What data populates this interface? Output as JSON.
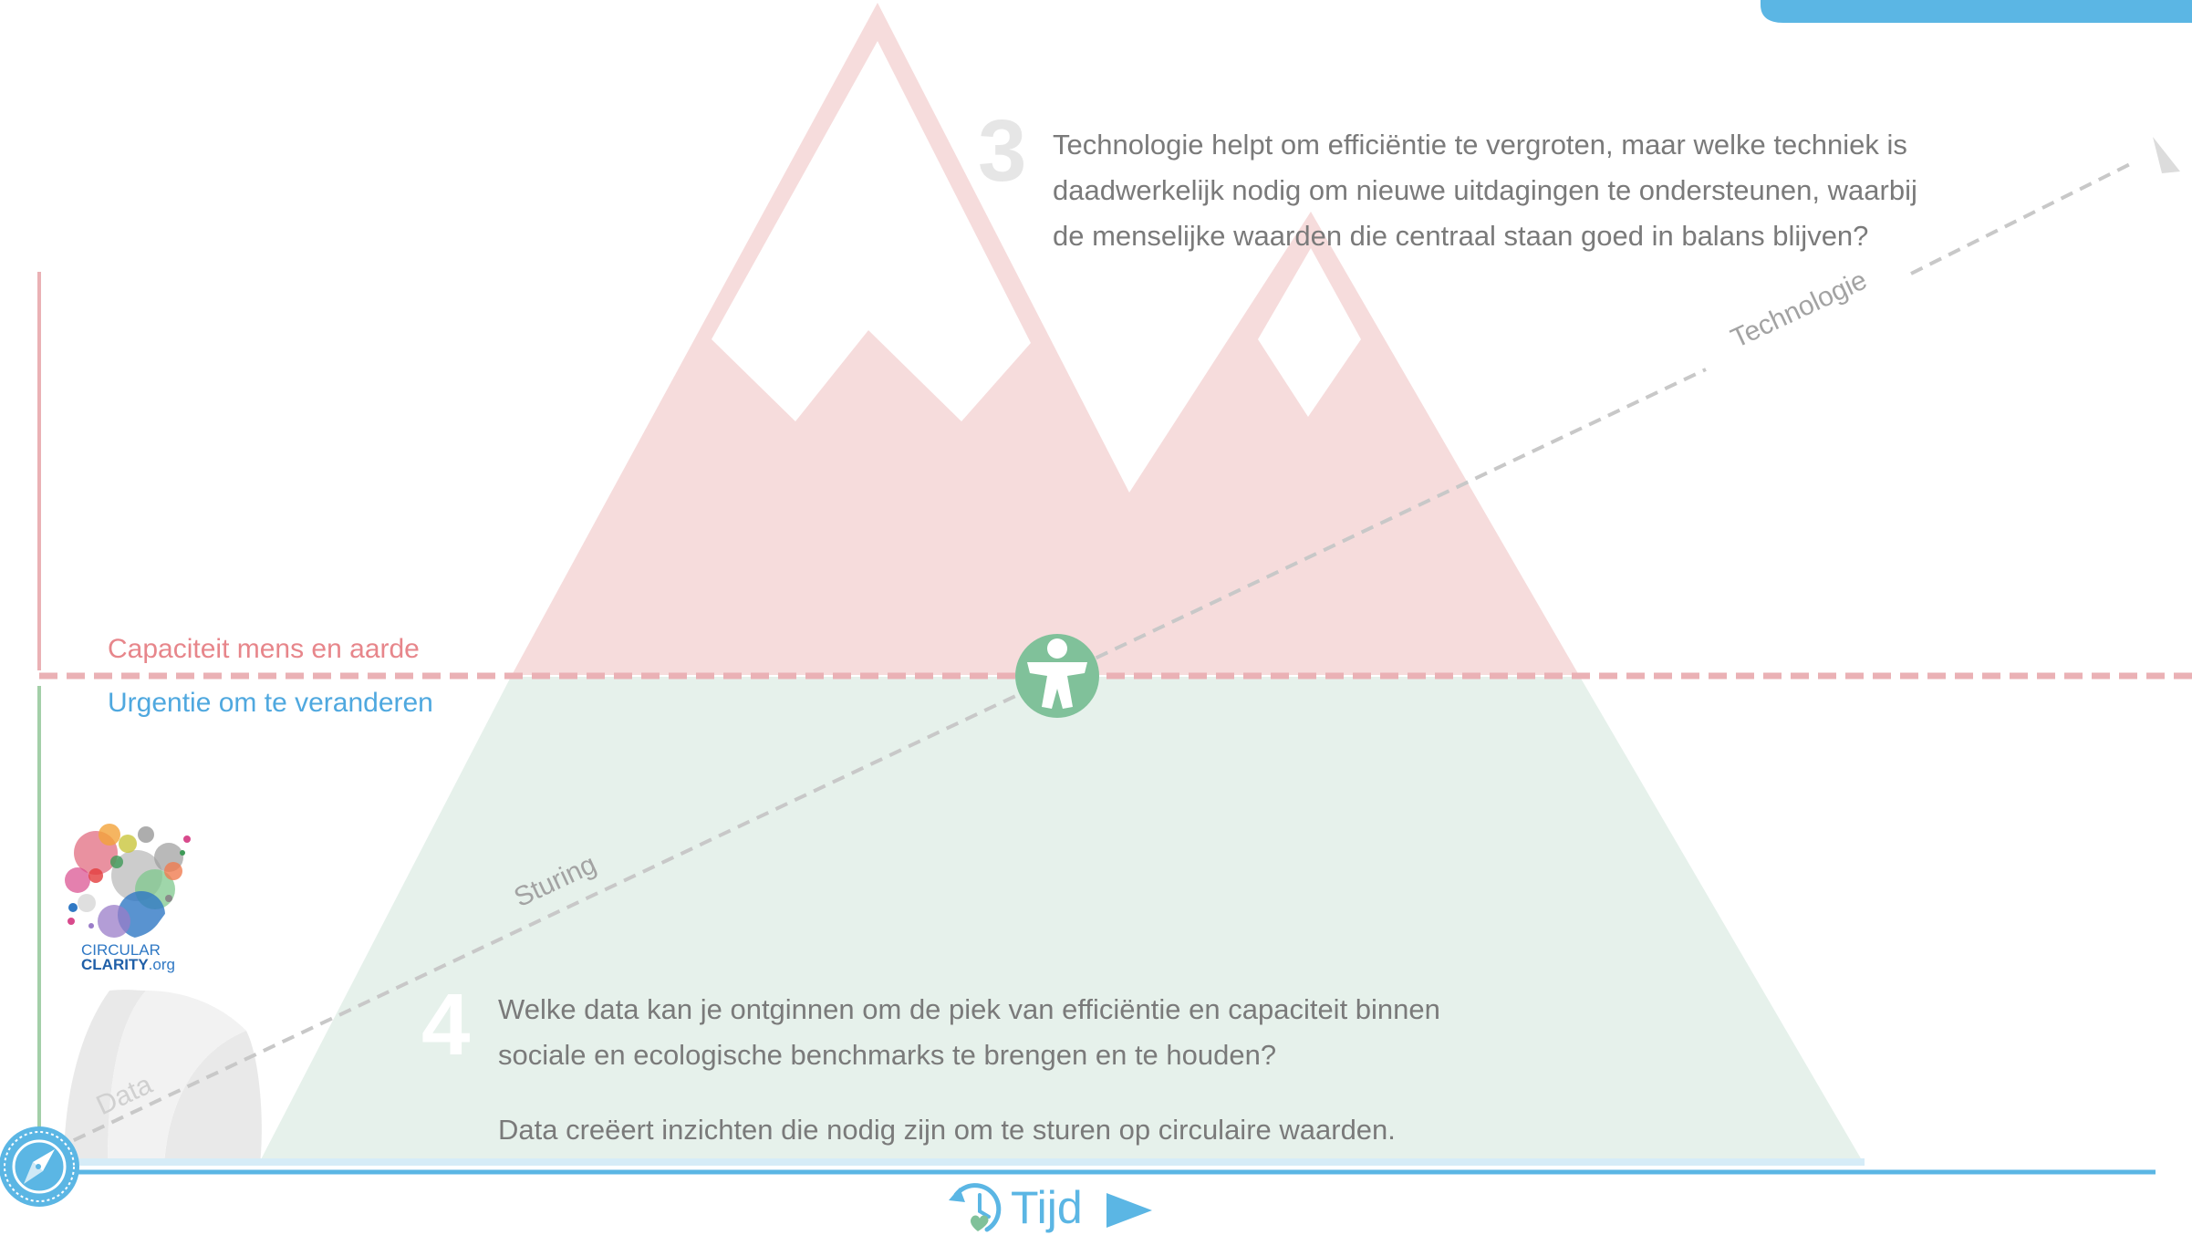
{
  "colors": {
    "mountain_pink": "#f6dcdc",
    "base_green": "#e6f1eb",
    "capacity_red": "#e7868b",
    "capacity_line": "#eab1b5",
    "urgency_blue": "#4fa8df",
    "green_axis": "#a3cfa8",
    "accent_blue": "#5bb6e4",
    "person_green": "#80c19a",
    "dashed_gray": "#c8c8c8",
    "step_gray": "#e6e6e6"
  },
  "icons": {
    "person": "person-icon",
    "compass": "compass-icon",
    "clock": "clock-refresh-icon",
    "arrow": "play-arrow-icon",
    "road": "road-icon",
    "logo": "circular-clarity-logo"
  },
  "levels": {
    "capacity": "Capaciteit mens en aarde",
    "urgency": "Urgentie om te veranderen"
  },
  "axis": {
    "data": "Data",
    "steering": "Sturing",
    "technology": "Technologie",
    "time": "Tijd"
  },
  "step3": {
    "number": "3",
    "text": "Technologie helpt om efficiëntie te vergroten, maar welke techniek is daadwerkelijk nodig om nieuwe uitdagingen te ondersteunen, waarbij de menselijke waarden die centraal staan goed in balans blijven?"
  },
  "step4": {
    "number": "4",
    "text": "Welke data kan je ontginnen om de piek van efficiëntie en capaciteit binnen sociale en ecologische benchmarks te brengen en te houden?",
    "text2": "Data creëert inzichten die nodig zijn om te sturen op circulaire waarden."
  },
  "logo": {
    "line1": "CIRCULAR",
    "line2": "CLARITY",
    "suffix": ".org"
  }
}
